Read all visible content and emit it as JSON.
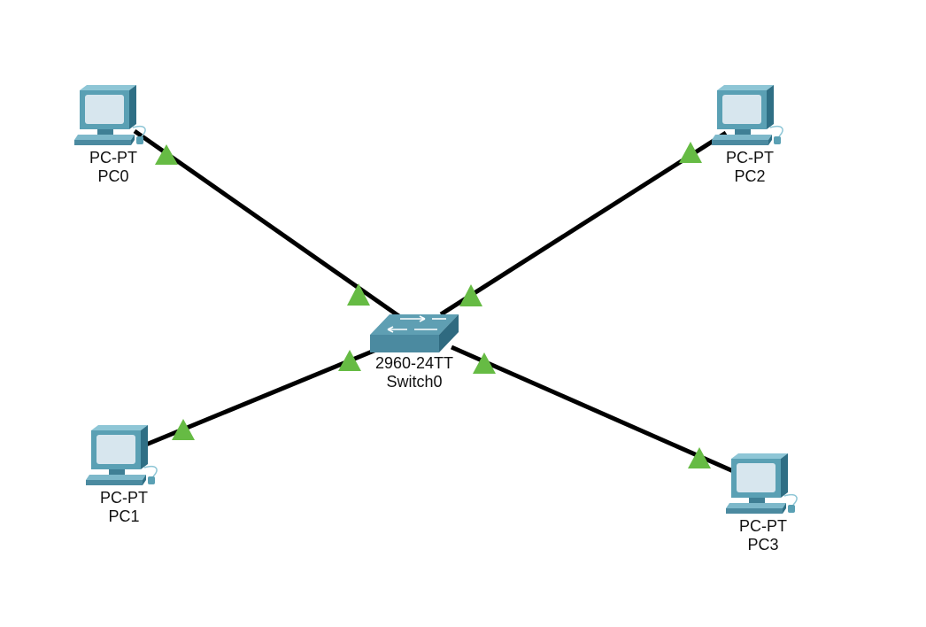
{
  "colors": {
    "link": "#000000",
    "link_light": "#66bb44",
    "pc_body": "#5aa0b4",
    "pc_dark": "#2f6f85",
    "pc_screen": "#d7e6ee",
    "switch_top": "#5f9fb3",
    "switch_front": "#4b8aa0",
    "switch_side": "#2f6a80"
  },
  "devices": {
    "pc0": {
      "model": "PC-PT",
      "name": "PC0",
      "icon": "desktop-computer-icon"
    },
    "pc1": {
      "model": "PC-PT",
      "name": "PC1",
      "icon": "desktop-computer-icon"
    },
    "pc2": {
      "model": "PC-PT",
      "name": "PC2",
      "icon": "desktop-computer-icon"
    },
    "pc3": {
      "model": "PC-PT",
      "name": "PC3",
      "icon": "desktop-computer-icon"
    },
    "switch0": {
      "model": "2960-24TT",
      "name": "Switch0",
      "icon": "network-switch-icon"
    }
  },
  "links": [
    {
      "from": "pc0",
      "to": "switch0",
      "status": "up"
    },
    {
      "from": "pc1",
      "to": "switch0",
      "status": "up"
    },
    {
      "from": "pc2",
      "to": "switch0",
      "status": "up"
    },
    {
      "from": "pc3",
      "to": "switch0",
      "status": "up"
    }
  ]
}
